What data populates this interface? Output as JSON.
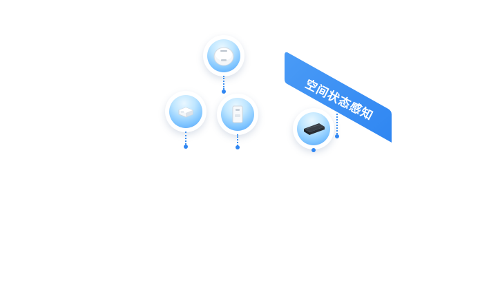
{
  "scene": {
    "banner": {
      "label": "空间状态感知",
      "color": "#3d8ff2"
    },
    "devices": [
      {
        "id": "ceiling-sensor",
        "icon": "ceiling-sensor-icon"
      },
      {
        "id": "door-sensor",
        "icon": "door-sensor-icon"
      },
      {
        "id": "wall-panel",
        "icon": "wall-panel-icon"
      },
      {
        "id": "gateway-box",
        "icon": "gateway-box-icon"
      }
    ],
    "accent_color": "#2f86f2"
  }
}
